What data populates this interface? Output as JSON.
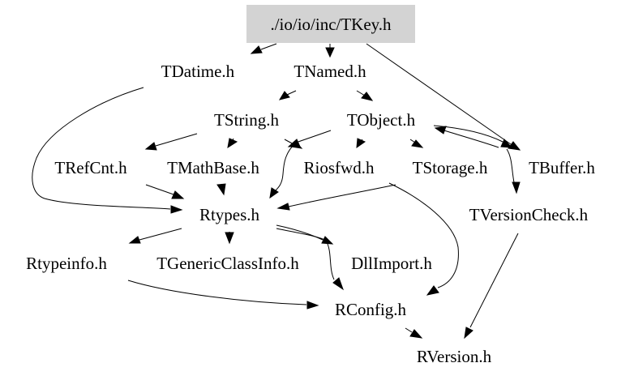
{
  "diagram": {
    "type": "include-dependency-graph",
    "root": "./io/io/inc/TKey.h",
    "root_fill": "#d3d3d3",
    "edge_color": "#000000",
    "nodes": [
      {
        "id": "tkey",
        "label": "./io/io/inc/TKey.h",
        "root": true
      },
      {
        "id": "tdatime",
        "label": "TDatime.h"
      },
      {
        "id": "tnamed",
        "label": "TNamed.h"
      },
      {
        "id": "tstring",
        "label": "TString.h"
      },
      {
        "id": "tobject",
        "label": "TObject.h"
      },
      {
        "id": "trefcnt",
        "label": "TRefCnt.h"
      },
      {
        "id": "tmathbase",
        "label": "TMathBase.h"
      },
      {
        "id": "riosfwd",
        "label": "Riosfwd.h"
      },
      {
        "id": "tstorage",
        "label": "TStorage.h"
      },
      {
        "id": "tbuffer",
        "label": "TBuffer.h"
      },
      {
        "id": "rtypes",
        "label": "Rtypes.h"
      },
      {
        "id": "tversioncheck",
        "label": "TVersionCheck.h"
      },
      {
        "id": "rtypeinfo",
        "label": "Rtypeinfo.h"
      },
      {
        "id": "tgenericclassinfo",
        "label": "TGenericClassInfo.h"
      },
      {
        "id": "dllimport",
        "label": "DllImport.h"
      },
      {
        "id": "rconfig",
        "label": "RConfig.h"
      },
      {
        "id": "rversion",
        "label": "RVersion.h"
      }
    ],
    "edges": [
      {
        "from": "tkey",
        "to": "tdatime"
      },
      {
        "from": "tkey",
        "to": "tnamed"
      },
      {
        "from": "tkey",
        "to": "tbuffer"
      },
      {
        "from": "tdatime",
        "to": "rtypes"
      },
      {
        "from": "tnamed",
        "to": "tstring"
      },
      {
        "from": "tnamed",
        "to": "tobject"
      },
      {
        "from": "tstring",
        "to": "trefcnt"
      },
      {
        "from": "tstring",
        "to": "tmathbase"
      },
      {
        "from": "tstring",
        "to": "riosfwd"
      },
      {
        "from": "tobject",
        "to": "rtypes"
      },
      {
        "from": "tobject",
        "to": "riosfwd"
      },
      {
        "from": "tobject",
        "to": "tstorage"
      },
      {
        "from": "tobject",
        "to": "tbuffer"
      },
      {
        "from": "tobject",
        "to": "tversioncheck"
      },
      {
        "from": "tbuffer",
        "to": "tobject"
      },
      {
        "from": "trefcnt",
        "to": "rtypes"
      },
      {
        "from": "tmathbase",
        "to": "rtypes"
      },
      {
        "from": "tstorage",
        "to": "rtypes"
      },
      {
        "from": "tstorage",
        "to": "rconfig"
      },
      {
        "from": "rtypes",
        "to": "rtypeinfo"
      },
      {
        "from": "rtypes",
        "to": "tgenericclassinfo"
      },
      {
        "from": "rtypes",
        "to": "dllimport"
      },
      {
        "from": "rtypes",
        "to": "rconfig"
      },
      {
        "from": "rtypeinfo",
        "to": "rconfig"
      },
      {
        "from": "tversioncheck",
        "to": "rversion"
      },
      {
        "from": "rconfig",
        "to": "rversion"
      }
    ]
  }
}
